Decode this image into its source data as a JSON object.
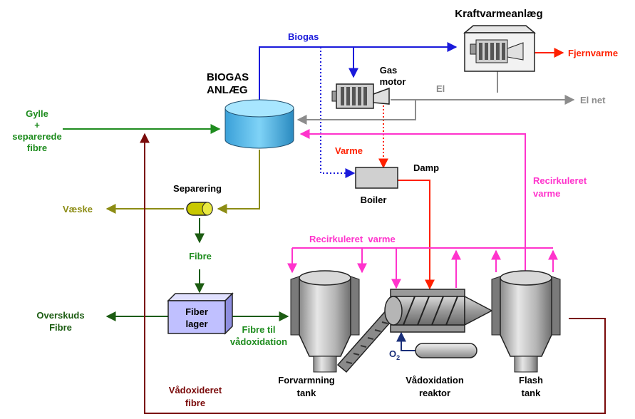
{
  "labels": {
    "kraftvarme": "Kraftvarmeanlæg",
    "fjernvarme": "Fjernvarme",
    "biogas": "Biogas",
    "biogas_plant_1": "BIOGAS",
    "biogas_plant_2": "ANLÆG",
    "gas_motor_1": "Gas",
    "gas_motor_2": "motor",
    "el": "El",
    "el_net": "El net",
    "gylle_1": "Gylle",
    "gylle_2": "+",
    "gylle_3": "separerede",
    "gylle_4": "fibre",
    "varme": "Varme",
    "damp": "Damp",
    "boiler": "Boiler",
    "separering": "Separering",
    "vaeske": "Væske",
    "recirk_right_1": "Recirkuleret",
    "recirk_right_2": "varme",
    "recirk_top": "Recirkuleret  varme",
    "fibre": "Fibre",
    "fiber_lager_1": "Fiber",
    "fiber_lager_2": "lager",
    "overskud_1": "Overskuds",
    "overskud_2": "Fibre",
    "fibre_til_1": "Fibre til",
    "fibre_til_2": "vådoxidation",
    "o2_main": "O",
    "o2_sub": "2",
    "forvarm_1": "Forvarmning",
    "forvarm_2": "tank",
    "vado_1": "Vådoxidation",
    "vado_2": "reaktor",
    "flash_1": "Flash",
    "flash_2": "tank",
    "vadox_fibre_1": "Vådoxideret",
    "vadox_fibre_2": "fibre"
  },
  "colors": {
    "biogas_blue": "#1a1adb",
    "red": "#ff2000",
    "gray": "#8c8c8c",
    "green": "#1e8c1e",
    "dark_green": "#1c5c12",
    "olive": "#8c8c14",
    "magenta": "#ff33cc",
    "maroon": "#7a0a0a",
    "fiber_box": "#c0c0ff"
  }
}
